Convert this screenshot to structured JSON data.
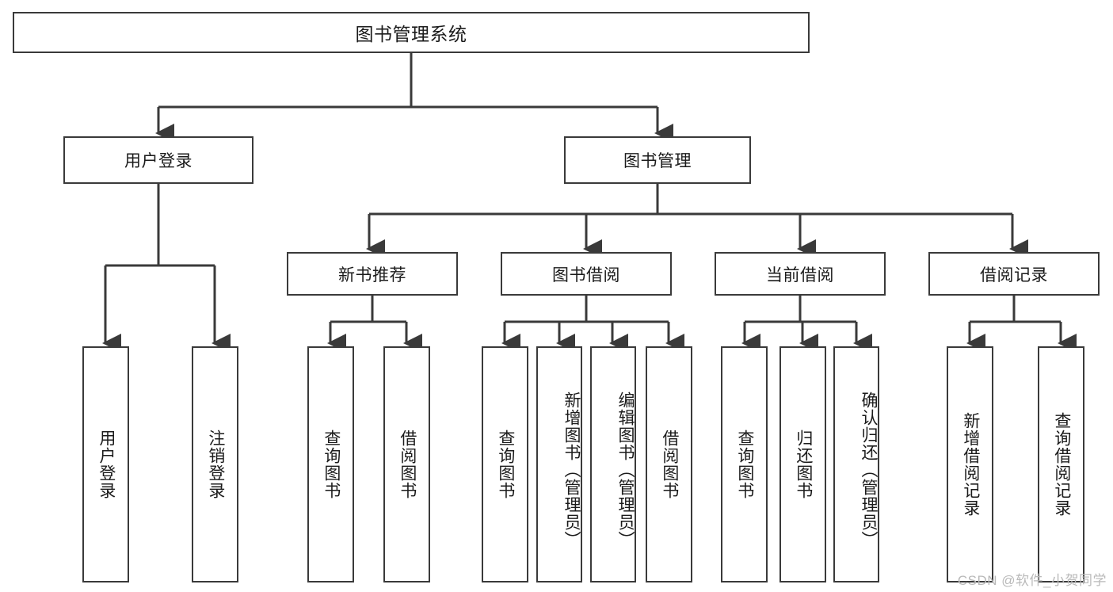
{
  "diagram": {
    "title_label": "图书管理系统",
    "level2": [
      {
        "id": "user-login",
        "label": "用户登录"
      },
      {
        "id": "book-management",
        "label": "图书管理"
      }
    ],
    "level3": [
      {
        "id": "new-book-recommend",
        "label": "新书推荐"
      },
      {
        "id": "book-borrow",
        "label": "图书借阅"
      },
      {
        "id": "current-borrow",
        "label": "当前借阅"
      },
      {
        "id": "borrow-record",
        "label": "借阅记录"
      }
    ],
    "leaves": [
      {
        "id": "leaf-user-login",
        "label": "用户登录"
      },
      {
        "id": "leaf-logout-login",
        "label": "注销登录"
      },
      {
        "id": "leaf-query-book-1",
        "label": "查询图书"
      },
      {
        "id": "leaf-borrow-book-1",
        "label": "借阅图书"
      },
      {
        "id": "leaf-query-book-2",
        "label": "查询图书"
      },
      {
        "id": "leaf-add-book-admin",
        "label": "新增图书（管理员）"
      },
      {
        "id": "leaf-edit-book-admin",
        "label": "编辑图书（管理员）"
      },
      {
        "id": "leaf-borrow-book-2",
        "label": "借阅图书"
      },
      {
        "id": "leaf-query-book-3",
        "label": "查询图书"
      },
      {
        "id": "leaf-return-book",
        "label": "归还图书"
      },
      {
        "id": "leaf-confirm-return-admin",
        "label": "确认归还（管理员）"
      },
      {
        "id": "leaf-add-borrow-record",
        "label": "新增借阅记录"
      },
      {
        "id": "leaf-query-borrow-record",
        "label": "查询借阅记录"
      }
    ]
  },
  "watermark": {
    "text": "CSDN @软件_小贺同学"
  },
  "colors": {
    "stroke": "#3a3a3a",
    "background": "#ffffff",
    "text": "#1b1b1b",
    "watermark": "#b9b9b9"
  }
}
